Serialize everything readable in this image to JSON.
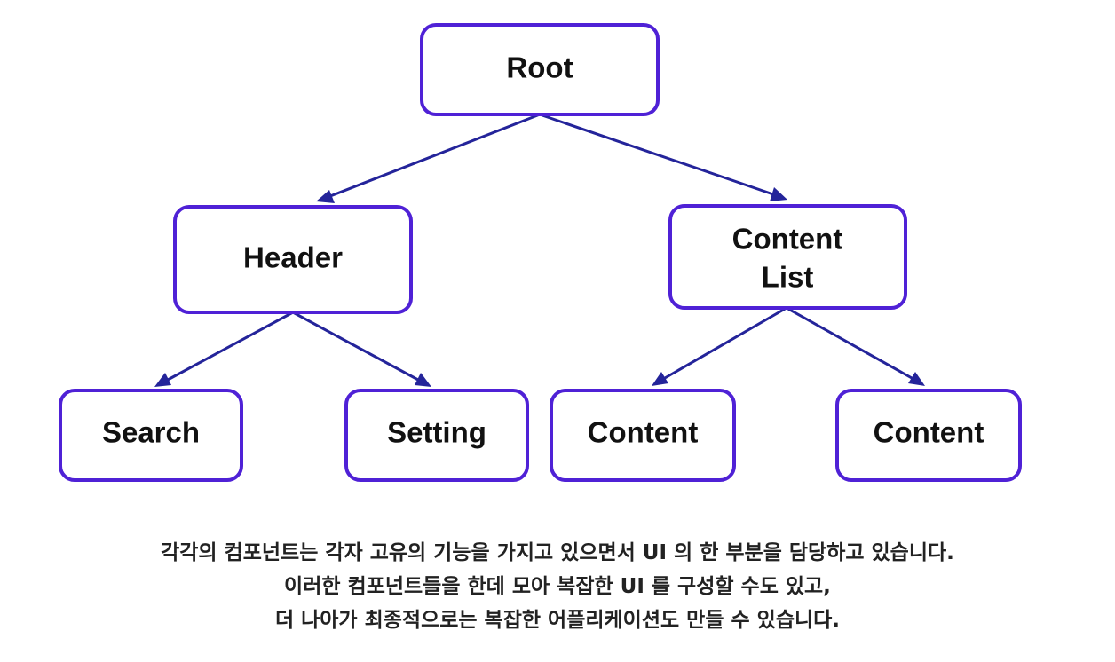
{
  "nodes": {
    "root": {
      "label": "Root"
    },
    "header": {
      "label": "Header"
    },
    "content_list": {
      "label_line1": "Content",
      "label_line2": "List"
    },
    "search": {
      "label": "Search"
    },
    "setting": {
      "label": "Setting"
    },
    "content_1": {
      "label": "Content"
    },
    "content_2": {
      "label": "Content"
    }
  },
  "edges": [
    {
      "from": "Root",
      "to": "Header"
    },
    {
      "from": "Root",
      "to": "Content List"
    },
    {
      "from": "Header",
      "to": "Search"
    },
    {
      "from": "Header",
      "to": "Setting"
    },
    {
      "from": "Content List",
      "to": "Content"
    },
    {
      "from": "Content List",
      "to": "Content"
    }
  ],
  "caption": {
    "line1": "각각의 컴포넌트는 각자 고유의 기능을 가지고 있으면서 UI 의 한 부분을 담당하고 있습니다.",
    "line2": "이러한 컴포넌트들을 한데 모아 복잡한 UI 를 구성할 수도 있고,",
    "line3": "더 나아가 최종적으로는 복잡한 어플리케이션도 만들 수 있습니다."
  },
  "colors": {
    "node_border": "#4f21d6",
    "edge": "#24249a",
    "text": "#111111"
  }
}
